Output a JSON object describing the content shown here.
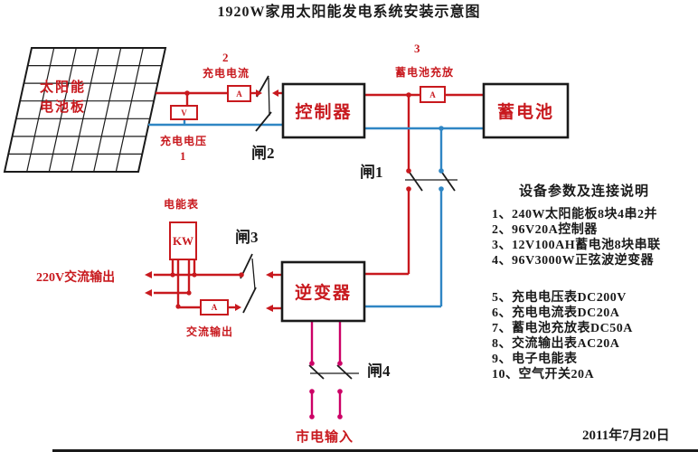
{
  "title": "1920W家用太阳能发电系统安装示意图",
  "date": "2011年7月20日",
  "colors": {
    "red": "#c8191e",
    "blue": "#2f86c4",
    "magenta": "#cc0066",
    "black": "#1a1a1a"
  },
  "components": {
    "solar_panel_line1": "太阳能",
    "solar_panel_line2": "电池板",
    "controller": "控制器",
    "battery": "蓄电池",
    "inverter": "逆变器",
    "energy_meter_label": "电能表",
    "energy_meter_unit": "KW"
  },
  "meters": {
    "charge_voltage_index": "1",
    "charge_voltage_label": "充电电压",
    "charge_voltage_symbol": "V",
    "charge_current_index": "2",
    "charge_current_label": "充电电流",
    "charge_current_symbol": "A",
    "battery_cd_index": "3",
    "battery_cd_label": "蓄电池充放",
    "battery_cd_symbol": "A",
    "ac_output_label": "交流输出",
    "ac_output_symbol": "A"
  },
  "switches": {
    "s1": "闸1",
    "s2": "闸2",
    "s3": "闸3",
    "s4": "闸4"
  },
  "labels": {
    "ac_output_220v": "220V交流输出",
    "mains_input": "市电输入"
  },
  "notes": {
    "heading": "设备参数及连接说明",
    "items": [
      "1、240W太阳能板8块4串2并",
      "2、96V20A控制器",
      "3、12V100AH蓄电池8块串联",
      "4、96V3000W正弦波逆变器",
      "5、充电电压表DC200V",
      "6、充电电流表DC20A",
      "7、蓄电池充放表DC50A",
      "8、交流输出表AC20A",
      "9、电子电能表",
      "10、空气开关20A"
    ]
  }
}
